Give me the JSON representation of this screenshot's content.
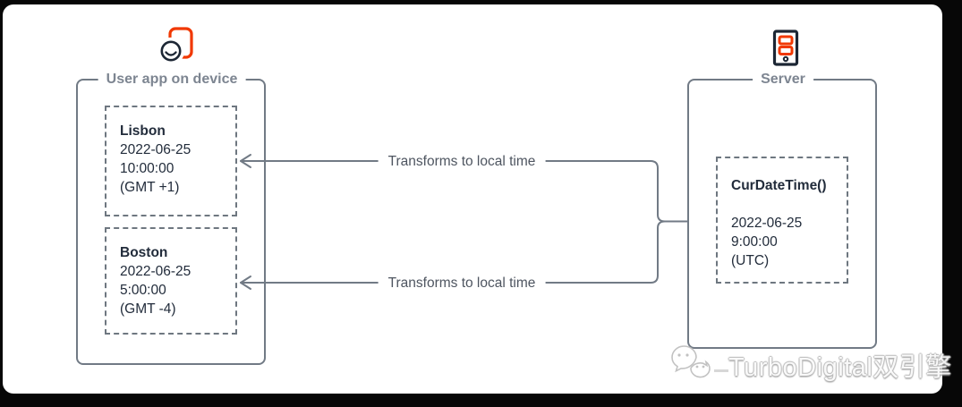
{
  "colors": {
    "accent_red": "#f13800",
    "icon_dark": "#1c2634",
    "line_gray": "#717a85",
    "label_gray": "#7d8591",
    "text_dark": "#222c3b",
    "flow_text": "#4e5560",
    "watermark_gray": "#c8c8c8",
    "canvas_bg": "#ffffff",
    "frame_bg": "#000000"
  },
  "device_group": {
    "icon": "mobile-user-icon",
    "label": "User app on device",
    "cards": [
      {
        "title": "Lisbon",
        "date": "2022-06-25",
        "time": "10:00:00",
        "offset": "(GMT +1)"
      },
      {
        "title": "Boston",
        "date": "2022-06-25",
        "time": "5:00:00",
        "offset": "(GMT -4)"
      }
    ]
  },
  "server_group": {
    "icon": "server-icon",
    "label": "Server",
    "card": {
      "title": "CurDateTime()",
      "date": "2022-06-25",
      "time": "9:00:00",
      "offset": "(UTC)"
    }
  },
  "connectors": [
    {
      "label": "Transforms to local time",
      "direction": "server-to-lisbon"
    },
    {
      "label": "Transforms to local time",
      "direction": "server-to-boston"
    }
  ],
  "watermark": {
    "text": "TurboDigital双引擎",
    "logo": "chat-bubbles-icon"
  }
}
